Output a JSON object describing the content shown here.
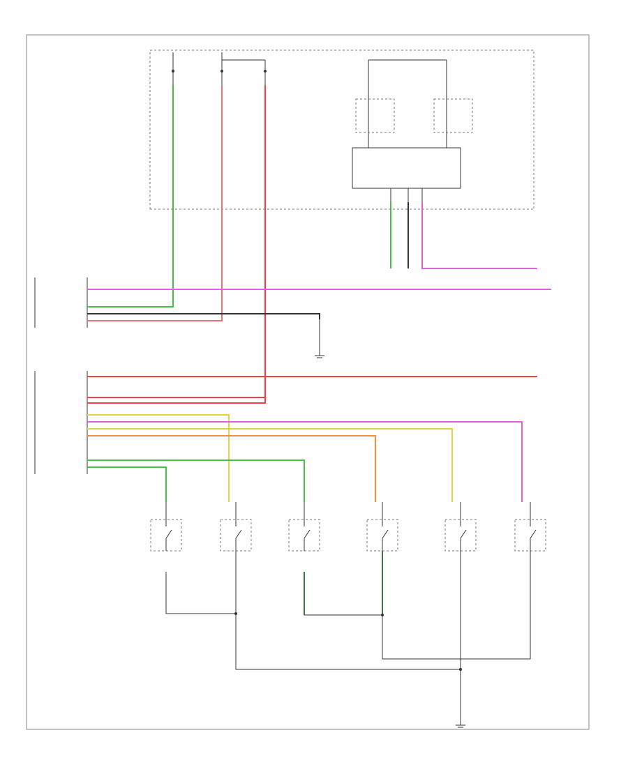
{
  "diagram_code": "",
  "colors": {
    "green": "#44c044",
    "pink": "#f07070",
    "red": "#f04040",
    "magenta": "#e060e0",
    "yellow": "#e8d040",
    "orange": "#f09040",
    "dark": "#333333",
    "gray": "#777777"
  },
  "top_power_sources": [
    {
      "id": "src-a",
      "wire_color": "green"
    },
    {
      "id": "src-b",
      "wire_color": "pink"
    },
    {
      "id": "src-c",
      "wire_color": "red"
    }
  ],
  "modules": [
    {
      "id": "multi-function-control",
      "wire_count": 4
    },
    {
      "id": "body-control",
      "wire_count": 9
    }
  ],
  "switches": [
    {
      "id": "switch-1",
      "wire_color": "green"
    },
    {
      "id": "switch-2",
      "wire_color": "yellow"
    },
    {
      "id": "switch-3",
      "wire_color": "green"
    },
    {
      "id": "switch-4",
      "wire_color": "orange"
    },
    {
      "id": "switch-5",
      "wire_color": "yellow"
    },
    {
      "id": "switch-6",
      "wire_color": "magenta"
    }
  ],
  "grounds": [
    {
      "id": "ground-upper"
    },
    {
      "id": "ground-lower"
    }
  ]
}
